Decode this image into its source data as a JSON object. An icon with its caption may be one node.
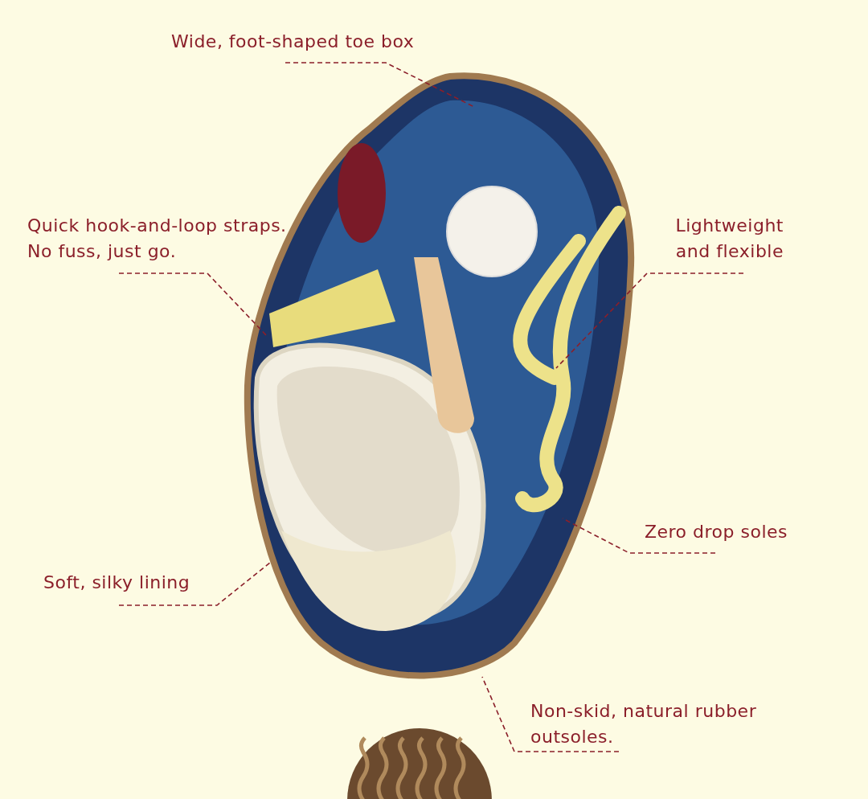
{
  "diagram": {
    "nodes": [
      {
        "text": [],
        "shape": "picture"
      },
      {
        "text": [
          "Wide, foot-shaped toe box"
        ]
      },
      {
        "text": [
          "Quick hook-and-loop straps. No fuss, just go."
        ]
      },
      {
        "text": [
          "Lightweight and flexible"
        ]
      },
      {
        "text": [
          "Zero drop soles"
        ]
      },
      {
        "text": [
          "Soft, silky lining"
        ]
      },
      {
        "text": [
          "Non-skid, natural rubber outsoles."
        ]
      }
    ],
    "edges": [
      {
        "from": 1,
        "to": 0,
        "arrow": "none",
        "style": "dashed"
      },
      {
        "from": 2,
        "to": 0,
        "arrow": "none",
        "style": "dashed"
      },
      {
        "from": 3,
        "to": 0,
        "arrow": "none",
        "style": "dashed"
      },
      {
        "from": 4,
        "to": 0,
        "arrow": "none",
        "style": "dashed"
      },
      {
        "from": 5,
        "to": 0,
        "arrow": "none",
        "style": "dashed"
      },
      {
        "from": 6,
        "to": 0,
        "arrow": "none",
        "style": "dashed"
      }
    ]
  }
}
